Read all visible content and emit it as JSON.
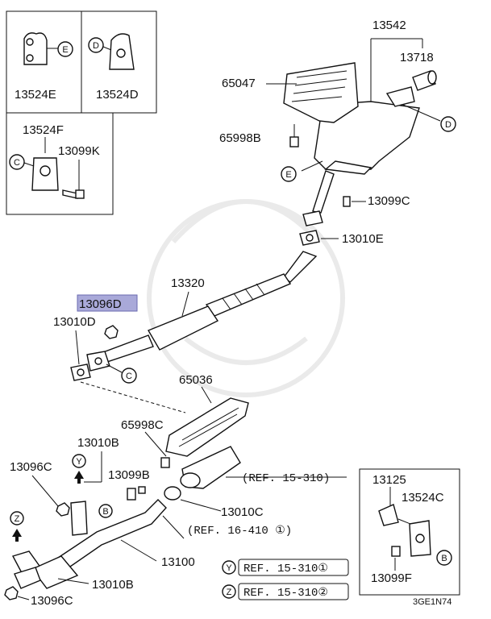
{
  "diagram_code": "3GE1N74",
  "highlighted_part": "13096D",
  "parts": [
    {
      "id": "p-13542",
      "label": "13542"
    },
    {
      "id": "p-13718",
      "label": "13718"
    },
    {
      "id": "p-65047",
      "label": "65047"
    },
    {
      "id": "p-65998b",
      "label": "65998B"
    },
    {
      "id": "p-13099c",
      "label": "13099C"
    },
    {
      "id": "p-13010e",
      "label": "13010E"
    },
    {
      "id": "p-13320",
      "label": "13320"
    },
    {
      "id": "p-13096d",
      "label": "13096D"
    },
    {
      "id": "p-13010d",
      "label": "13010D"
    },
    {
      "id": "p-65036",
      "label": "65036"
    },
    {
      "id": "p-65998c",
      "label": "65998C"
    },
    {
      "id": "p-13010b-top",
      "label": "13010B"
    },
    {
      "id": "p-13096c-top",
      "label": "13096C"
    },
    {
      "id": "p-13099b",
      "label": "13099B"
    },
    {
      "id": "p-13010c",
      "label": "13010C"
    },
    {
      "id": "p-13100",
      "label": "13100"
    },
    {
      "id": "p-13010b-bot",
      "label": "13010B"
    },
    {
      "id": "p-13096c-bot",
      "label": "13096C"
    },
    {
      "id": "p-13524e",
      "label": "13524E"
    },
    {
      "id": "p-13524d",
      "label": "13524D"
    },
    {
      "id": "p-13524f",
      "label": "13524F"
    },
    {
      "id": "p-13099k",
      "label": "13099K"
    },
    {
      "id": "p-13125",
      "label": "13125"
    },
    {
      "id": "p-13524c",
      "label": "13524C"
    },
    {
      "id": "p-13099f",
      "label": "13099F"
    }
  ],
  "references": [
    {
      "id": "ref-15-310-main",
      "text": "(REF. 15-310)"
    },
    {
      "id": "ref-16-410",
      "text": "(REF. 16-410 ①)"
    },
    {
      "id": "ref-y",
      "marker": "Y",
      "text": "REF. 15-310①"
    },
    {
      "id": "ref-z",
      "marker": "Z",
      "text": "REF. 15-310②"
    }
  ],
  "markers": {
    "b": "B",
    "c": "C",
    "d": "D",
    "e": "E",
    "y": "Y",
    "z": "Z"
  }
}
